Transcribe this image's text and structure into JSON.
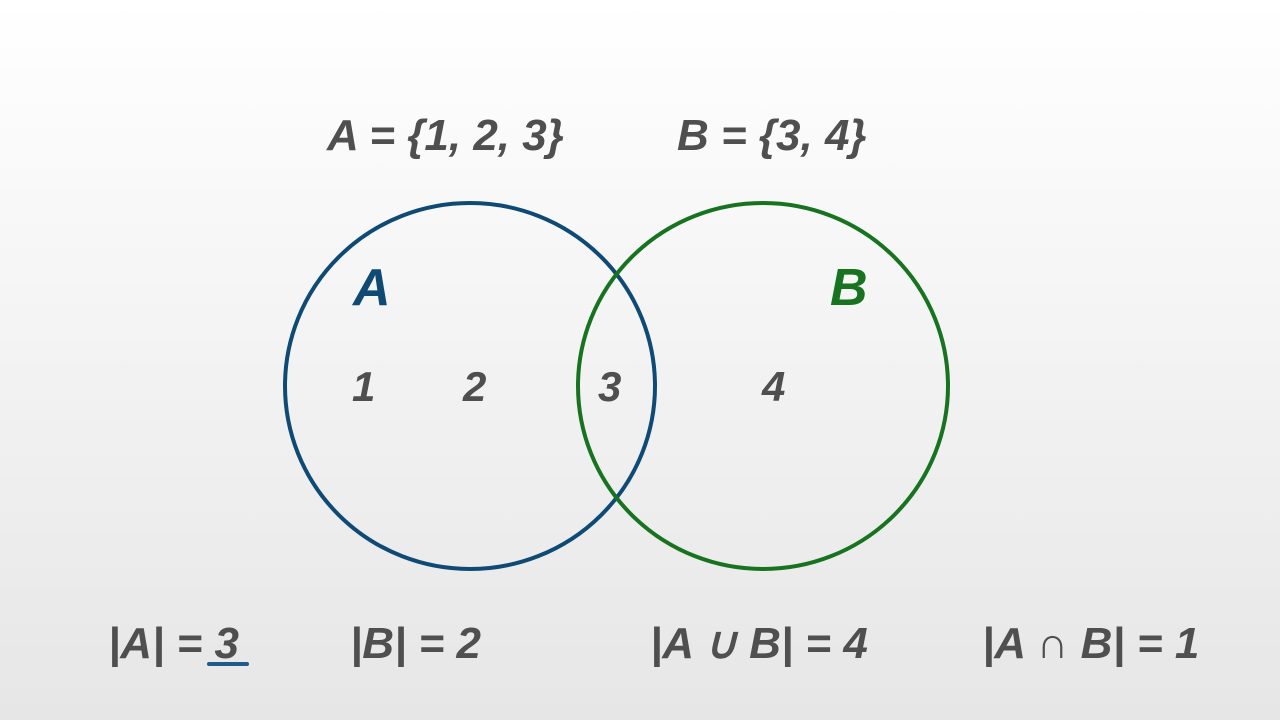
{
  "sets": {
    "a_definition": "A = {1, 2, 3}",
    "b_definition": "B = {3, 4}",
    "a_label": "A",
    "b_label": "B"
  },
  "elements": {
    "e1": "1",
    "e2": "2",
    "e3": "3",
    "e4": "4"
  },
  "cardinalities": {
    "card_a": "|A| = 3",
    "card_b": "|B| = 2",
    "card_union": "|A ∪ B| = 4",
    "card_intersection": "|A ∩ B| = 1"
  },
  "colors": {
    "set_a": "#0f4a75",
    "set_b": "#17731f",
    "text": "#4f4f4f",
    "underline": "#1f5a8a"
  }
}
